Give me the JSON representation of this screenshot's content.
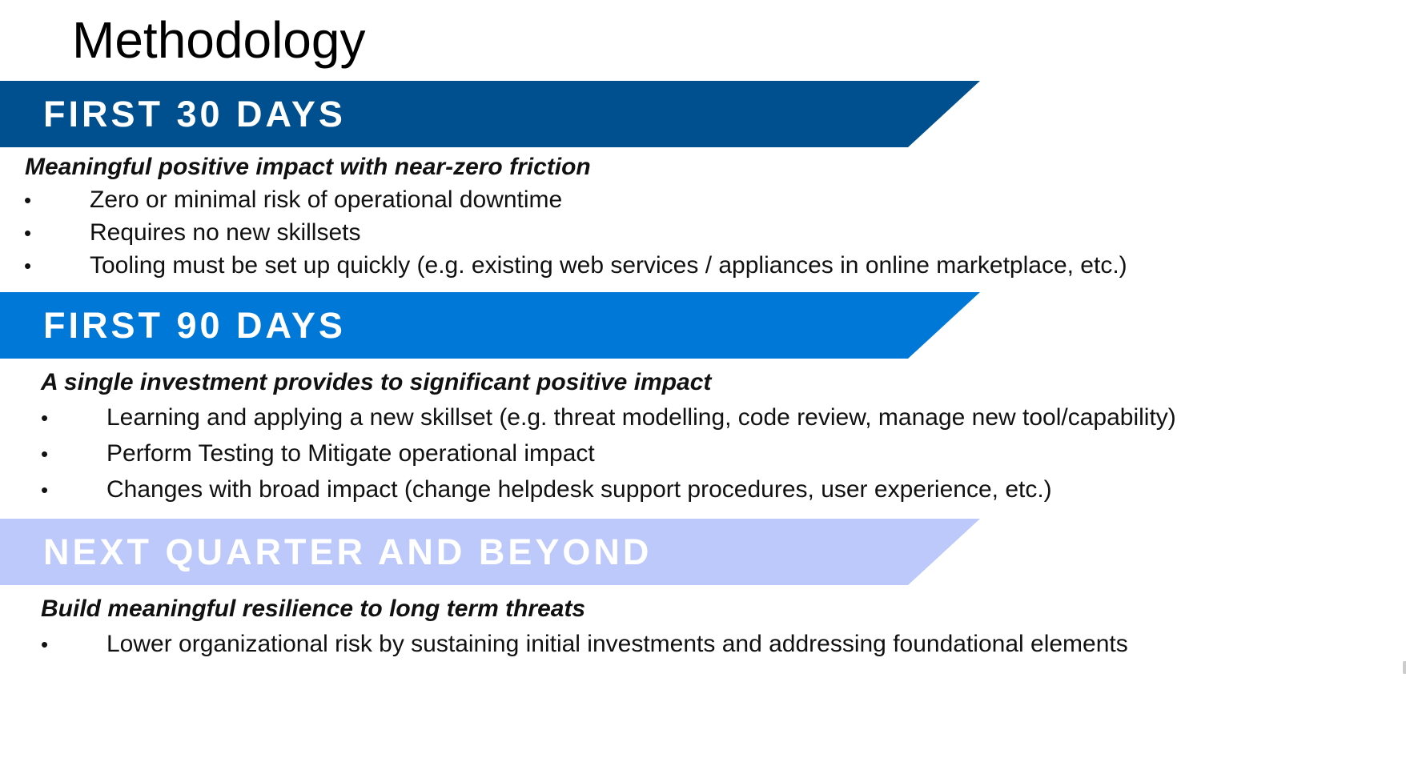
{
  "title": "Methodology",
  "sections": [
    {
      "heading": "FIRST 30 DAYS",
      "banner_color": "#00508F",
      "heading_color": "#FFFFFF",
      "subtitle": "Meaningful positive impact with near-zero friction",
      "bullets": [
        "Zero or minimal risk of operational downtime",
        "Requires no new skillsets",
        "Tooling must be set up quickly (e.g. existing web services / appliances in online marketplace, etc.)"
      ]
    },
    {
      "heading": "FIRST 90 DAYS",
      "banner_color": "#0078D7",
      "heading_color": "#FFFFFF",
      "subtitle": "A single investment provides to significant positive impact",
      "bullets": [
        "Learning and applying a new skillset (e.g. threat modelling, code review, manage new tool/capability)",
        "Perform Testing to Mitigate operational impact",
        "Changes with broad impact (change helpdesk support procedures, user experience, etc.)"
      ]
    },
    {
      "heading": "NEXT QUARTER AND BEYOND",
      "banner_color": "#BDC9FB",
      "heading_color": "#FFFFFF",
      "subtitle": "Build meaningful resilience to long term threats",
      "bullets": [
        "Lower organizational risk by sustaining initial investments and addressing foundational elements"
      ]
    }
  ],
  "bullet_symbol": "•"
}
